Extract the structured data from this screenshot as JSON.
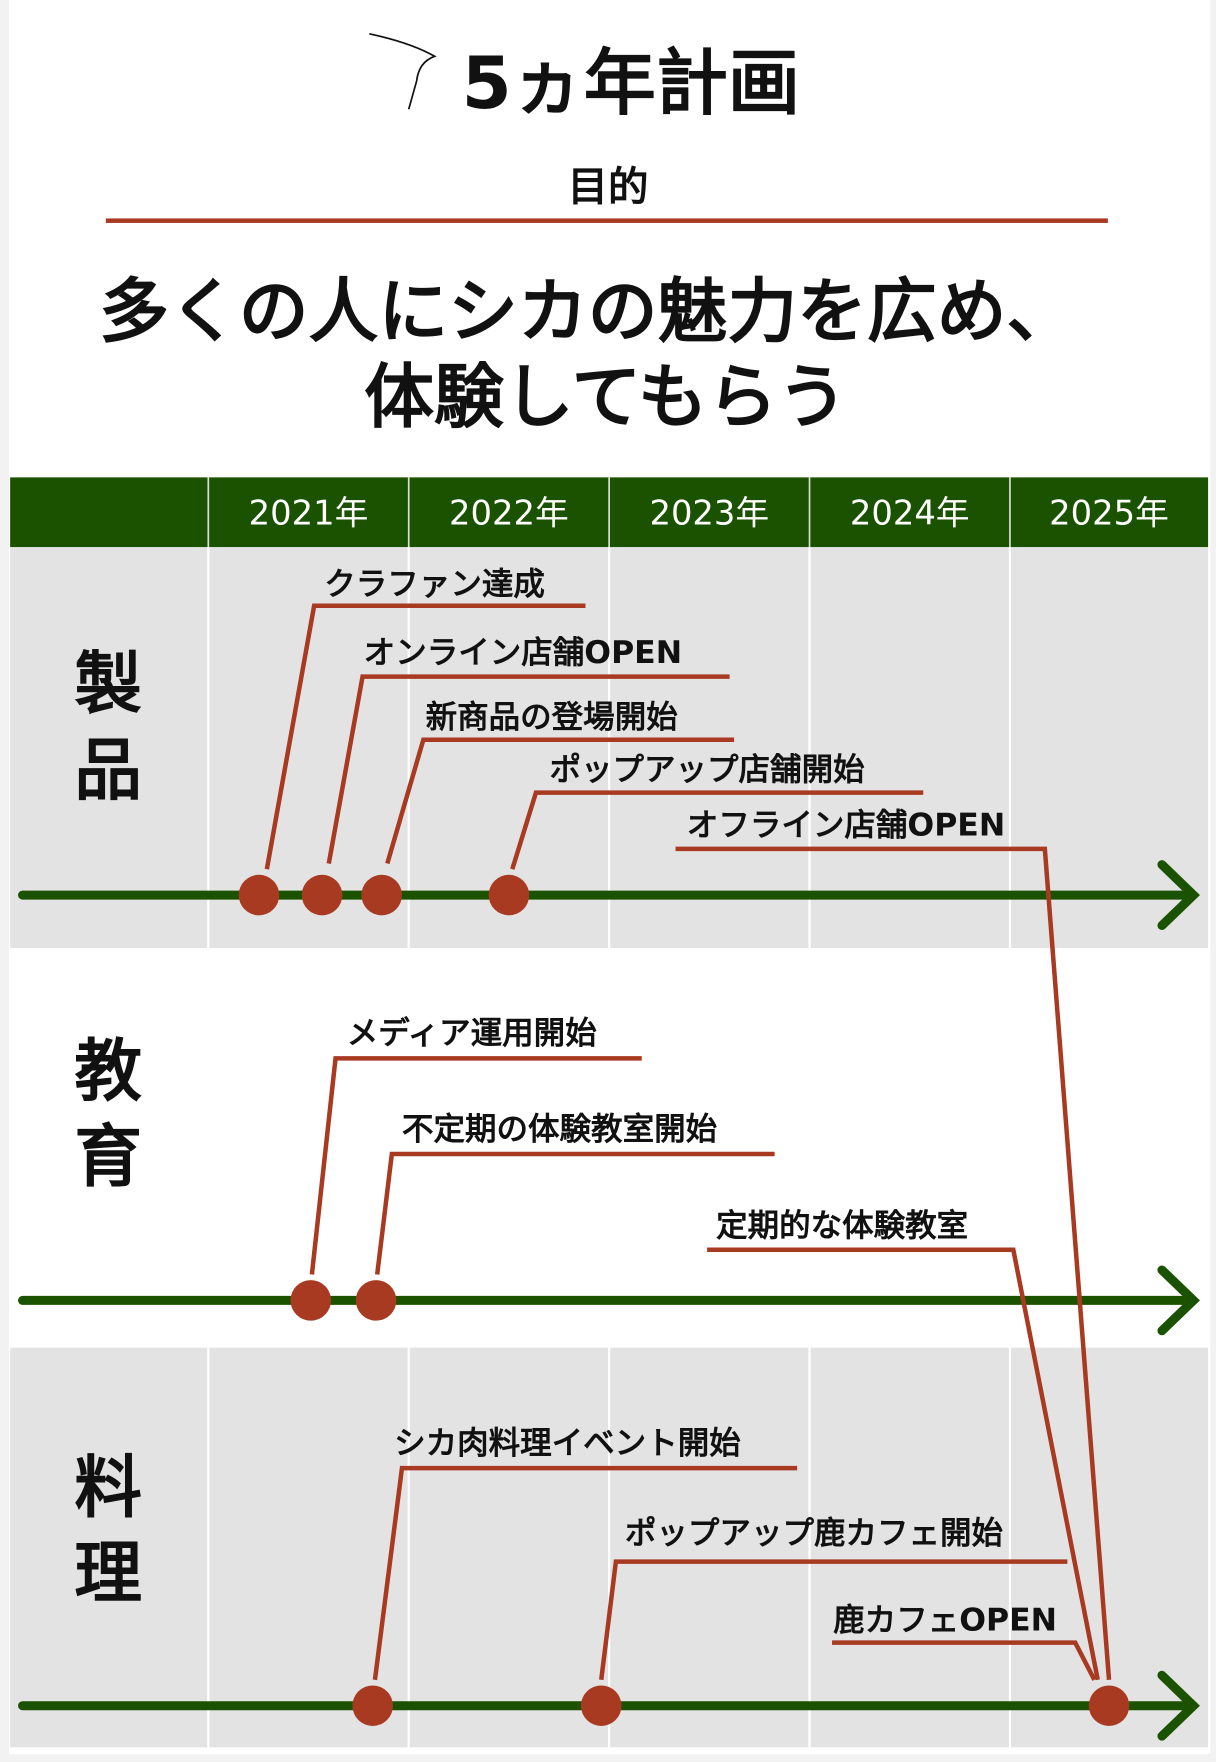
{
  "title": "5ヵ年計画",
  "purpose_label": "目的",
  "purpose_lines": [
    "多くの人にシカの魅力を広め、",
    "体験してもらう"
  ],
  "years": [
    "2021年",
    "2022年",
    "2023年",
    "2024年",
    "2025年"
  ],
  "colors": {
    "header": "#1b5200",
    "accent": "#a93a22",
    "row_gray": "#e3e3e3",
    "axis": "#1b5200"
  },
  "rows": [
    {
      "label": [
        "製",
        "品"
      ],
      "events": [
        "クラファン達成",
        "オンライン店舗OPEN",
        "新商品の登場開始",
        "ポップアップ店舗開始",
        "オフライン店舗OPEN"
      ]
    },
    {
      "label": [
        "教",
        "育"
      ],
      "events": [
        "メディア運用開始",
        "不定期の体験教室開始",
        "定期的な体験教室"
      ]
    },
    {
      "label": [
        "料",
        "理"
      ],
      "events": [
        "シカ肉料理イベント開始",
        "ポップアップ鹿カフェ開始",
        "鹿カフェOPEN"
      ]
    }
  ]
}
